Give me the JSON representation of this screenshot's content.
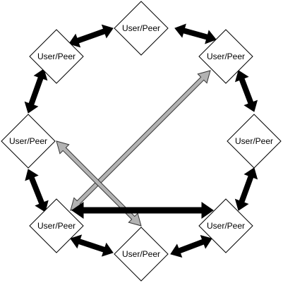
{
  "diagram": {
    "colors": {
      "node_fill": "#ffffff",
      "node_stroke": "#000000",
      "ring_arrow": "#000000",
      "cross_arrow_fill": "#b3b3b3",
      "cross_arrow_stroke": "#333333"
    },
    "nodes": [
      {
        "id": "top",
        "label": "User/Peer"
      },
      {
        "id": "upper-right",
        "label": "User/Peer"
      },
      {
        "id": "right",
        "label": "User/Peer"
      },
      {
        "id": "lower-right",
        "label": "User/Peer"
      },
      {
        "id": "bottom",
        "label": "User/Peer"
      },
      {
        "id": "lower-left",
        "label": "User/Peer"
      },
      {
        "id": "left",
        "label": "User/Peer"
      },
      {
        "id": "upper-left",
        "label": "User/Peer"
      }
    ],
    "ring_connections": [
      {
        "from": "top",
        "to": "upper-right",
        "style": "bidirectional"
      },
      {
        "from": "upper-right",
        "to": "right",
        "style": "bidirectional"
      },
      {
        "from": "right",
        "to": "lower-right",
        "style": "bidirectional"
      },
      {
        "from": "lower-right",
        "to": "bottom",
        "style": "bidirectional"
      },
      {
        "from": "bottom",
        "to": "lower-left",
        "style": "bidirectional"
      },
      {
        "from": "lower-left",
        "to": "left",
        "style": "bidirectional"
      },
      {
        "from": "left",
        "to": "upper-left",
        "style": "bidirectional"
      },
      {
        "from": "upper-left",
        "to": "top",
        "style": "bidirectional"
      }
    ],
    "cross_connections": [
      {
        "from": "lower-left",
        "to": "upper-right",
        "style": "bidirectional",
        "color": "gray"
      },
      {
        "from": "left",
        "to": "bottom",
        "style": "bidirectional",
        "color": "gray"
      },
      {
        "from": "lower-left",
        "to": "lower-right",
        "style": "bidirectional",
        "color": "black"
      }
    ]
  }
}
